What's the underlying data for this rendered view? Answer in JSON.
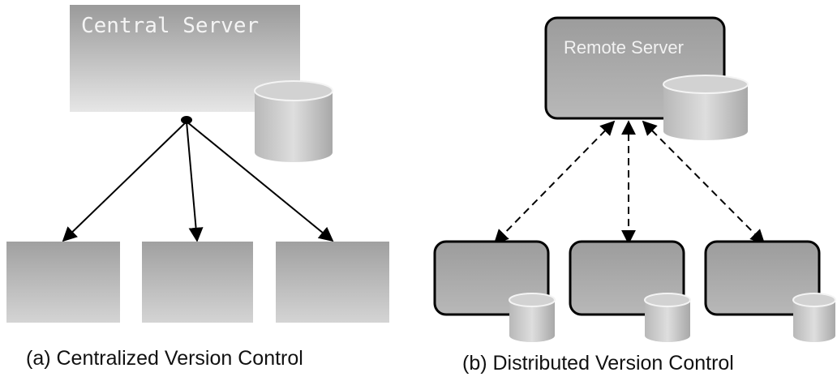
{
  "centralized": {
    "server_label": "Central Server",
    "caption": "(a) Centralized Version Control"
  },
  "distributed": {
    "server_label": "Remote Server",
    "caption": "(b) Distributed Version Control"
  },
  "colors": {
    "box_light": "#cfcfcf",
    "box_dark": "#a8a8a8",
    "box_border": "#000000",
    "server_text": "#f2f2f2",
    "arrow": "#000000",
    "caption": "#111111"
  }
}
